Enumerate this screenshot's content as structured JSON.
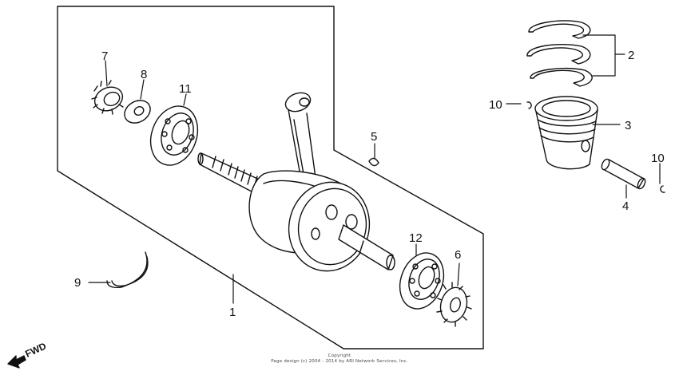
{
  "callouts": {
    "c1": "1",
    "c2": "2",
    "c3": "3",
    "c4": "4",
    "c5": "5",
    "c6": "6",
    "c7": "7",
    "c8": "8",
    "c9": "9",
    "c10a": "10",
    "c10b": "10",
    "c11": "11",
    "c12": "12"
  },
  "fwd_label": "FWD",
  "copyright_line1": "Copyright",
  "copyright_line2": "Page design (c) 2004 - 2014 by ARI Network Services, Inc."
}
